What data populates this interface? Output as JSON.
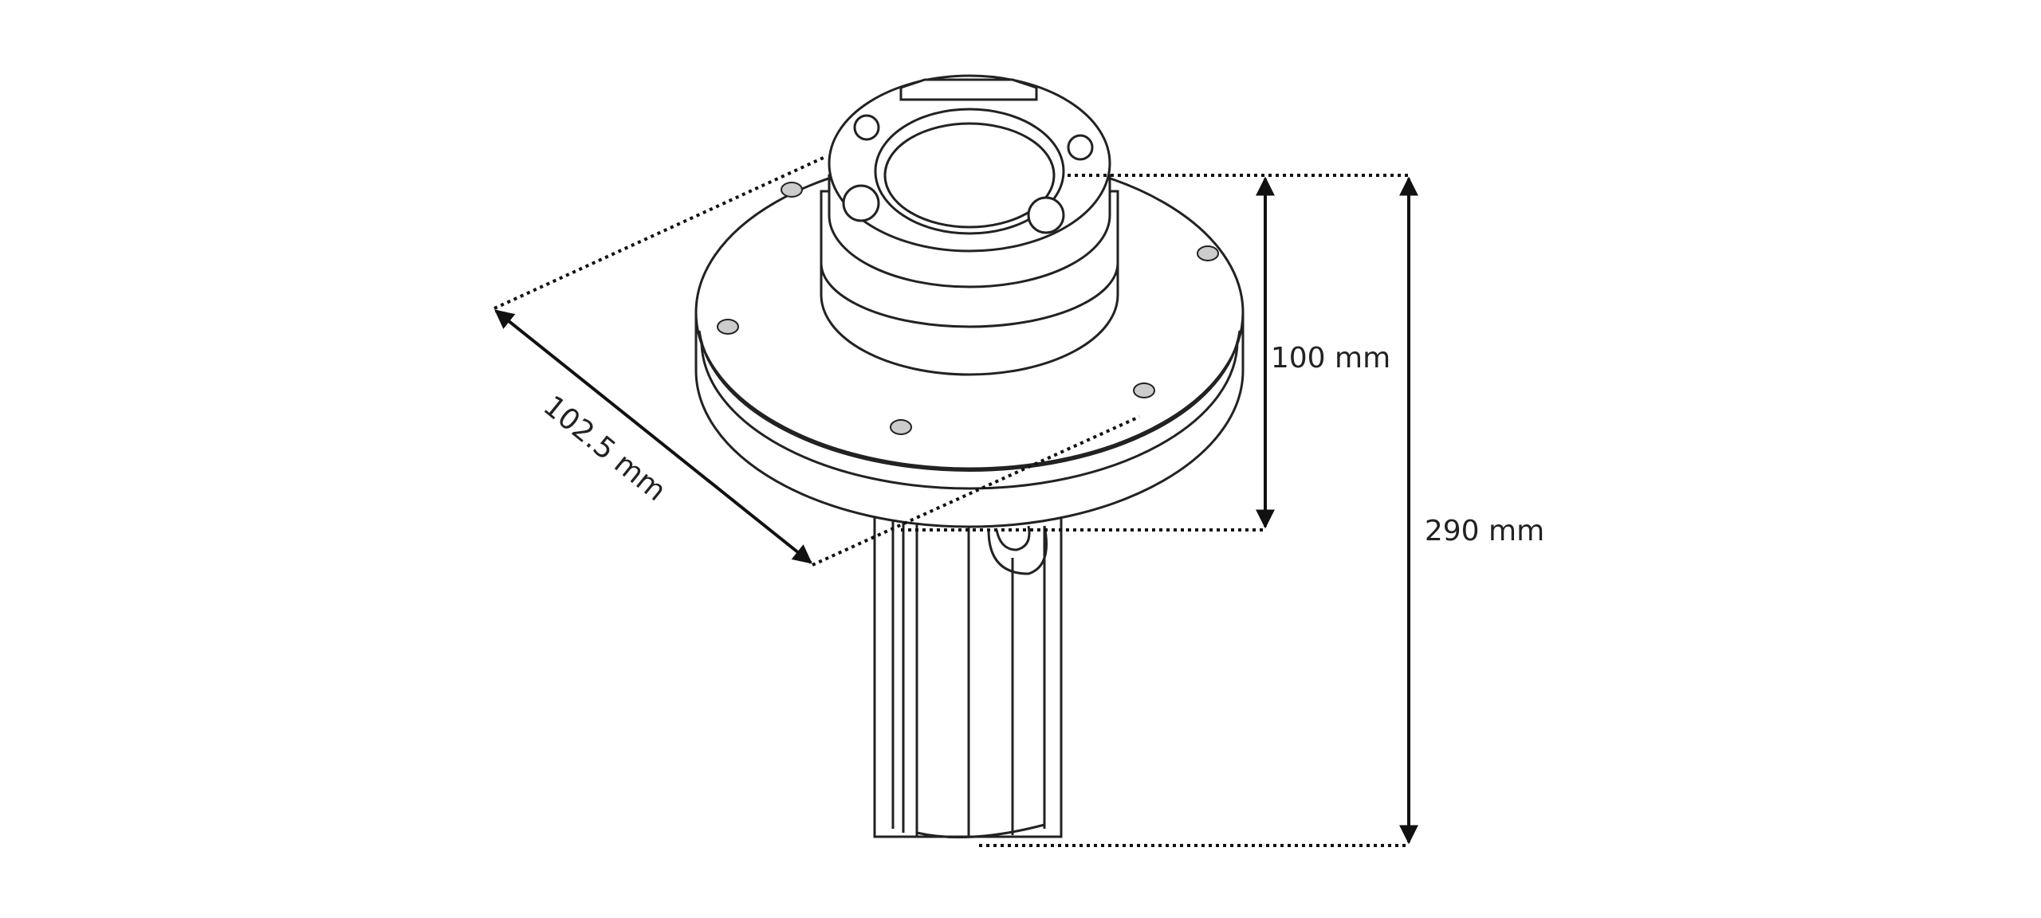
{
  "diagram": {
    "type": "technical-dimension-drawing",
    "dimensions": {
      "diameter_label": "102.5 mm",
      "upper_height_label": "100 mm",
      "total_height_label": "290 mm"
    }
  }
}
